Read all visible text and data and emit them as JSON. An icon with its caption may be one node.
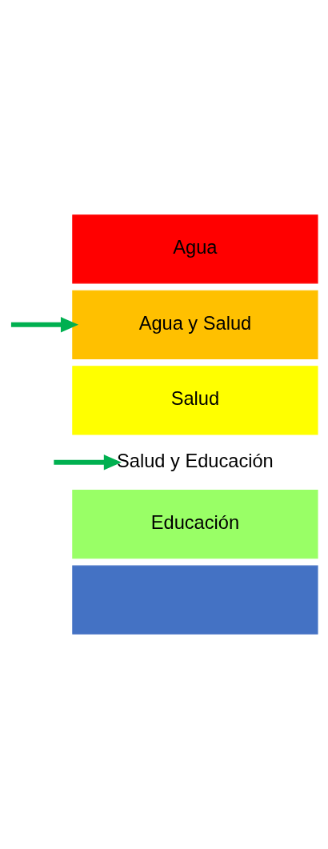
{
  "diagram": {
    "nodes": [
      {
        "text": [
          "Agua"
        ]
      },
      {
        "text": [
          "Agua y Salud"
        ]
      },
      {
        "text": [
          "Salud"
        ]
      },
      {
        "text": [
          "Salud y Educación"
        ]
      },
      {
        "text": [
          "Educación"
        ]
      },
      {
        "text": [],
        "shape": "box"
      }
    ],
    "edges": [
      {
        "from": null,
        "to": 1,
        "arrow": "to",
        "color": "#00b050"
      },
      {
        "from": null,
        "to": 3,
        "arrow": "to",
        "color": "#00b050"
      }
    ]
  }
}
